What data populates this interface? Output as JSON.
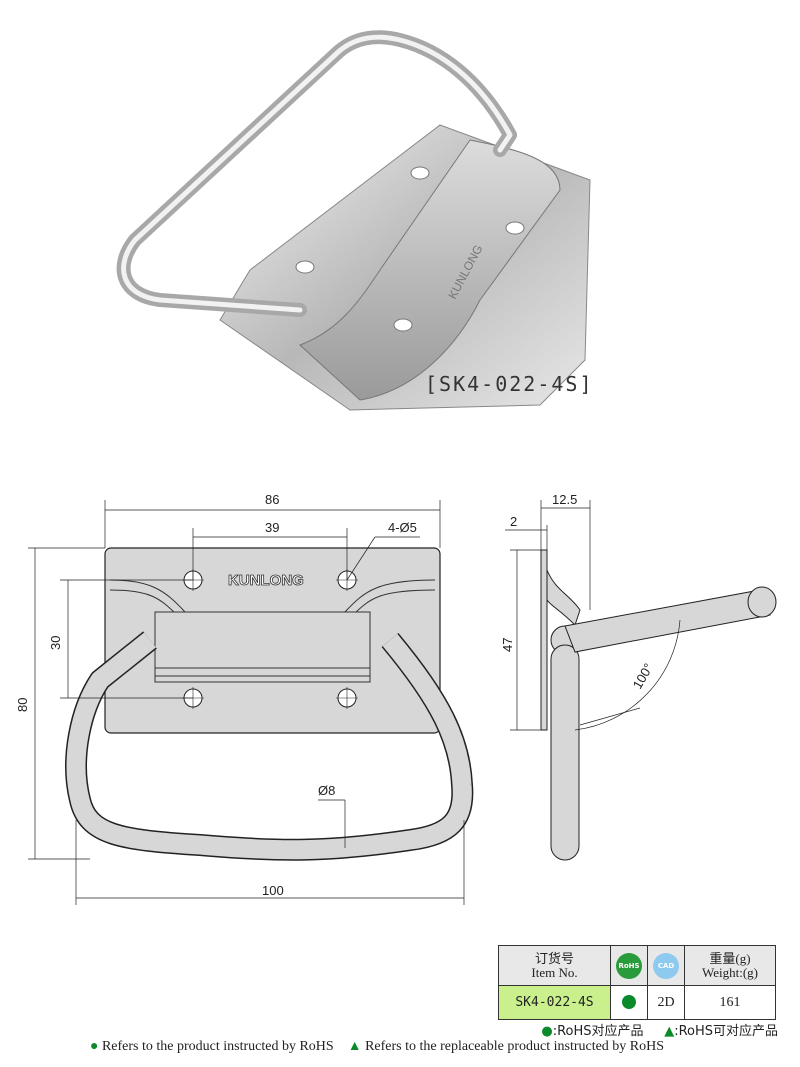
{
  "product_photo": {
    "model_code": "[SK4-022-4S]",
    "brand_emboss": "KUNLONG"
  },
  "drawing": {
    "brand_label": "KUNLONG",
    "front_view": {
      "overall_width": "86",
      "hole_spacing_horizontal": "39",
      "hole_callout": "4-Ø5",
      "hole_spacing_vertical": "30",
      "overall_height": "80",
      "handle_width": "100",
      "wire_diameter": "Ø8"
    },
    "side_view": {
      "offset_top": "12.5",
      "plate_thickness": "2",
      "plate_height": "47",
      "swing_angle": "100°"
    }
  },
  "spec_table": {
    "col_item_cn": "订货号",
    "col_item_en": "Item No.",
    "col_rohs": "RoHS",
    "col_cad": "CAD",
    "col_weight_cn": "重量(g)",
    "col_weight_en": "Weight:(g)",
    "item_no": "SK4-022-4S",
    "cad_type": "2D",
    "weight": "161"
  },
  "legend": {
    "cn_rohs": ":RoHS对应产品",
    "cn_replace": ":RoHS可对应产品",
    "en_rohs": "Refers to the product instructed by RoHS",
    "en_replace": "Refers to the replaceable product instructed by RoHS"
  },
  "colors": {
    "item_highlight": "#c9f08c",
    "rohs_green": "#0a8a2a"
  }
}
